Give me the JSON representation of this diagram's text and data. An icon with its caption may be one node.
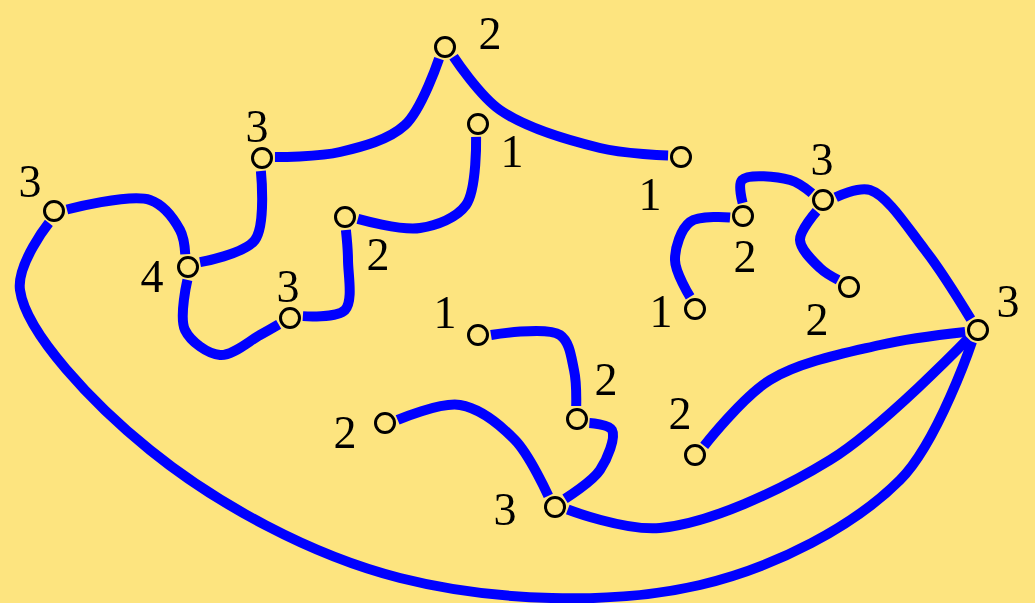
{
  "diagram": {
    "nodes": [
      {
        "text": [],
        "shape": "circle",
        "beside": [
          "2"
        ]
      },
      {
        "text": [],
        "shape": "circle",
        "beside": [
          "1"
        ]
      },
      {
        "text": [],
        "shape": "circle",
        "beside": [
          "1"
        ]
      },
      {
        "text": [],
        "shape": "circle",
        "beside": [
          "3"
        ]
      },
      {
        "text": [],
        "shape": "circle",
        "beside": [
          "3"
        ]
      },
      {
        "text": [],
        "shape": "circle",
        "beside": [
          "3"
        ]
      },
      {
        "text": [],
        "shape": "circle",
        "beside": [
          "2"
        ]
      },
      {
        "text": [],
        "shape": "circle",
        "beside": [
          "2"
        ]
      },
      {
        "text": [],
        "shape": "circle",
        "beside": [
          "4"
        ]
      },
      {
        "text": [],
        "shape": "circle",
        "beside": [
          "2"
        ]
      },
      {
        "text": [],
        "shape": "circle",
        "beside": [
          "1"
        ]
      },
      {
        "text": [],
        "shape": "circle",
        "beside": [
          "3"
        ]
      },
      {
        "text": [],
        "shape": "circle",
        "beside": [
          "3"
        ]
      },
      {
        "text": [],
        "shape": "circle",
        "beside": [
          "1"
        ]
      },
      {
        "text": [],
        "shape": "circle",
        "beside": [
          "2"
        ]
      },
      {
        "text": [],
        "shape": "circle",
        "beside": [
          "2"
        ]
      },
      {
        "text": [],
        "shape": "circle",
        "beside": [
          "2"
        ]
      },
      {
        "text": [],
        "shape": "circle",
        "beside": [
          "3"
        ]
      }
    ],
    "edges": [
      {
        "from": 0,
        "to": 3,
        "arrow": "none"
      },
      {
        "from": 0,
        "to": 2,
        "arrow": "none"
      },
      {
        "from": 3,
        "to": 8,
        "arrow": "none"
      },
      {
        "from": 5,
        "to": 8,
        "arrow": "none"
      },
      {
        "from": 5,
        "to": 12,
        "arrow": "none"
      },
      {
        "from": 8,
        "to": 11,
        "arrow": "none"
      },
      {
        "from": 11,
        "to": 7,
        "arrow": "none"
      },
      {
        "from": 7,
        "to": 1,
        "arrow": "none"
      },
      {
        "from": 13,
        "to": 14,
        "arrow": "none"
      },
      {
        "from": 14,
        "to": 17,
        "arrow": "none"
      },
      {
        "from": 15,
        "to": 17,
        "arrow": "none"
      },
      {
        "from": 17,
        "to": 12,
        "arrow": "none"
      },
      {
        "from": 16,
        "to": 12,
        "arrow": "none"
      },
      {
        "from": 4,
        "to": 12,
        "arrow": "none"
      },
      {
        "from": 6,
        "to": 10,
        "arrow": "none"
      },
      {
        "from": 6,
        "to": 4,
        "arrow": "none"
      },
      {
        "from": 4,
        "to": 9,
        "arrow": "none"
      }
    ]
  }
}
